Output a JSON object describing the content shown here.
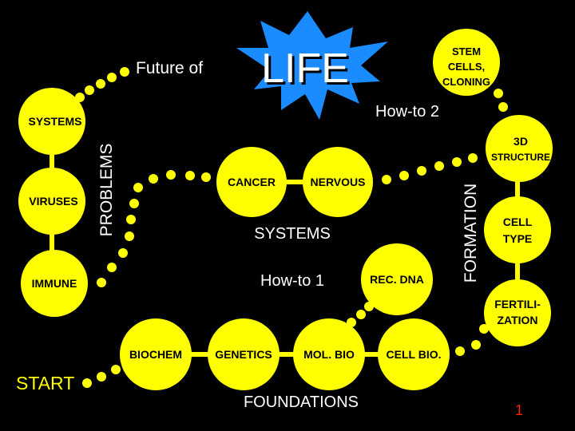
{
  "colors": {
    "background": "#000000",
    "node_fill": "#ffff00",
    "star_fill": "#1a8cff",
    "text_white": "#ffffff",
    "text_dark": "#000000",
    "slide_number": "#ff2200",
    "start": "#ffff00"
  },
  "title": {
    "prefix": "Future of",
    "main": "LIFE"
  },
  "labels": {
    "start": "START",
    "foundations": "FOUNDATIONS",
    "systems": "SYSTEMS",
    "problems": "PROBLEMS",
    "formation": "FORMATION",
    "howto1": "How-to 1",
    "howto2": "How-to 2",
    "slide_number": "1"
  },
  "nodes": {
    "biochem": "BIOCHEM",
    "genetics": "GENETICS",
    "molbio": "MOL. BIO",
    "cellbio": "CELL BIO.",
    "recdna": "REC. DNA",
    "fertilization_1": "FERTILI-",
    "fertilization_2": "ZATION",
    "celltype_1": "CELL",
    "celltype_2": "TYPE",
    "structure_1": "3D",
    "structure_2": "STRUCTURE",
    "stemcells_1": "STEM",
    "stemcells_2": "CELLS,",
    "stemcells_3": "CLONING",
    "cancer": "CANCER",
    "nervous": "NERVOUS",
    "systems": "SYSTEMS",
    "viruses": "VIRUSES",
    "immune": "IMMUNE"
  }
}
